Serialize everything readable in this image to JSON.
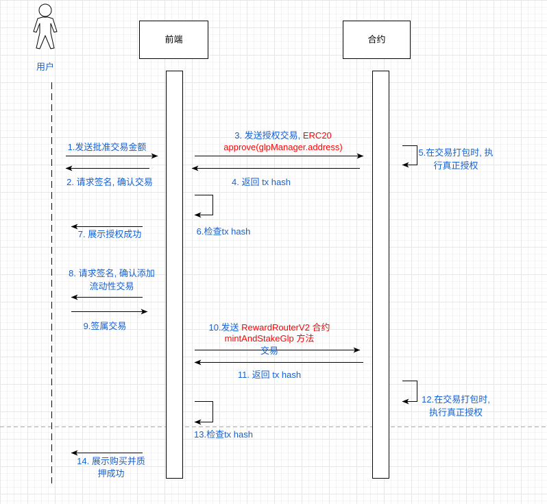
{
  "participants": {
    "user": "用户",
    "frontend": "前端",
    "contract": "合约"
  },
  "messages": {
    "msg1": {
      "line1": "1.发送批准交易金额"
    },
    "msg2": {
      "line1": "2. 请求签名, 确认交易"
    },
    "msg3": {
      "line1": "3. 发送授权交易, ",
      "line1_highlight": "ERC20",
      "line2_highlight": "approve(glpManager.address)"
    },
    "msg4": {
      "line1": "4. 返回 tx hash"
    },
    "msg5": {
      "line1": "5.在交易打包时, 执",
      "line2": "行真正授权"
    },
    "msg6": {
      "line1": "6.检查tx hash"
    },
    "msg7": {
      "line1": "7. 展示授权成功"
    },
    "msg8": {
      "line1": "8. 请求签名, 确认添加",
      "line2": "流动性交易"
    },
    "msg9": {
      "line1": "9.签属交易"
    },
    "msg10": {
      "line1": "10.发送 ",
      "line1_highlight": "RewardRouterV2 合约",
      "line2_highlight": "mintAndStakeGlp 方法",
      "line3": "交易"
    },
    "msg11": {
      "line1": "11. 返回 tx hash"
    },
    "msg12": {
      "line1": "12.在交易打包时,",
      "line2": "执行真正授权"
    },
    "msg13": {
      "line1": "13.检查tx hash"
    },
    "msg14": {
      "line1": "14. 展示购买并质",
      "line2": "押成功"
    }
  },
  "colors": {
    "label_text": "#1560d4",
    "highlight_text": "#ff0000",
    "separator": "#a6a6a6"
  }
}
